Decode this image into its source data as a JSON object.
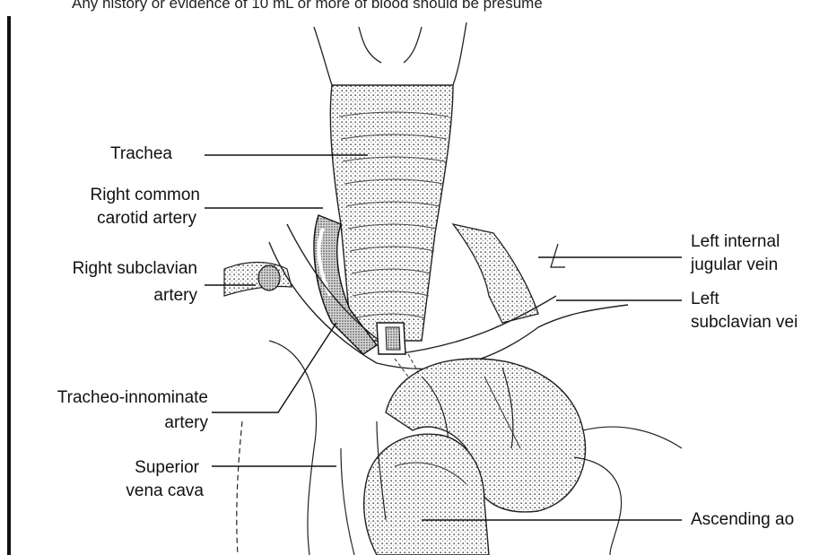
{
  "caption": "Any history or evidence of 10 mL or more of blood should be presume",
  "labels": {
    "trachea": "Trachea",
    "right_common_carotid_line1": "Right common",
    "right_common_carotid_line2": "carotid artery",
    "right_subclavian_line1": "Right subclavian",
    "right_subclavian_line2": "artery",
    "tracheo_innominate_line1": "Tracheo-innominate",
    "tracheo_innominate_line2": "artery",
    "svc_line1": "Superior",
    "svc_line2": "vena cava",
    "left_internal_jugular_line1": "Left internal",
    "left_internal_jugular_line2": "jugular vein",
    "left_subclavian_line1": "Left",
    "left_subclavian_line2": "subclavian vei",
    "ascending_aorta": "Ascending ao"
  },
  "colors": {
    "ink": "#111111",
    "background": "#ffffff",
    "shade": "#9a9a9a"
  }
}
